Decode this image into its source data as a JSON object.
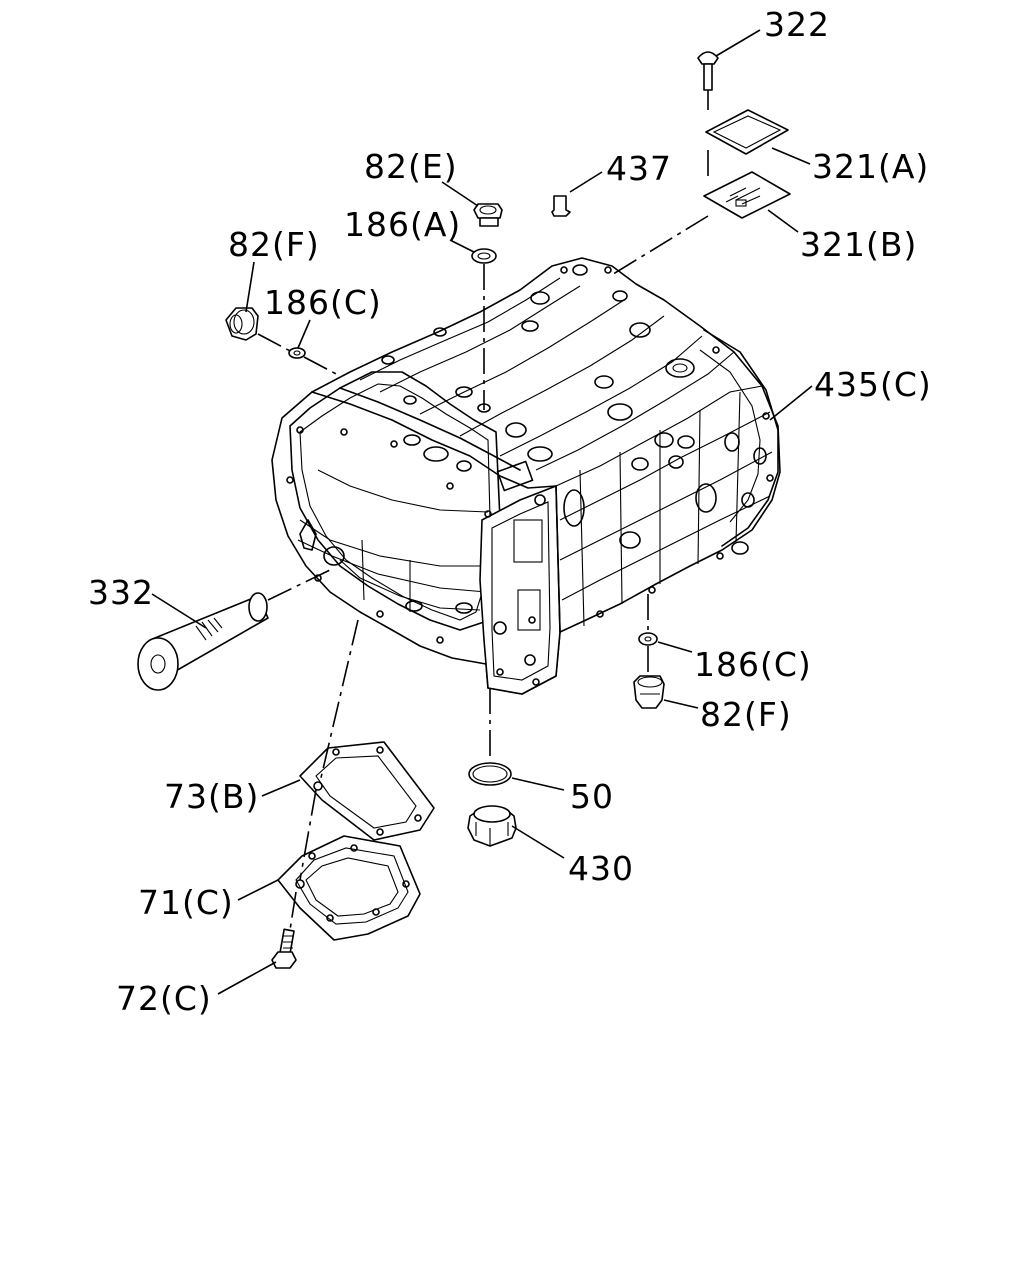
{
  "callouts": [
    {
      "id": "322",
      "text": "322"
    },
    {
      "id": "321a",
      "text": "321(A)"
    },
    {
      "id": "321b",
      "text": "321(B)"
    },
    {
      "id": "437",
      "text": "437"
    },
    {
      "id": "82e",
      "text": "82(E)"
    },
    {
      "id": "186a",
      "text": "186(A)"
    },
    {
      "id": "82f_top",
      "text": "82(F)"
    },
    {
      "id": "186c_top",
      "text": "186(C)"
    },
    {
      "id": "435c",
      "text": "435(C)"
    },
    {
      "id": "332",
      "text": "332"
    },
    {
      "id": "186c_bottom",
      "text": "186(C)"
    },
    {
      "id": "82f_bottom",
      "text": "82(F)"
    },
    {
      "id": "73b",
      "text": "73(B)"
    },
    {
      "id": "50",
      "text": "50"
    },
    {
      "id": "430",
      "text": "430"
    },
    {
      "id": "71c",
      "text": "71(C)"
    },
    {
      "id": "72c",
      "text": "72(C)"
    }
  ]
}
